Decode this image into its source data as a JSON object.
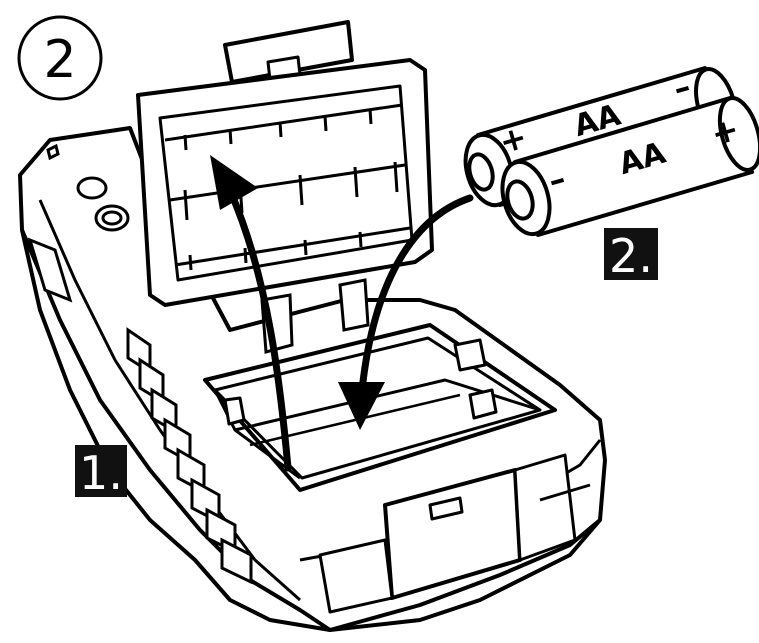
{
  "step_number": "2",
  "labels": {
    "step1": "1.",
    "step2": "2."
  },
  "batteries": [
    {
      "type": "AA",
      "plus": "+",
      "minus": "–"
    },
    {
      "type": "AA",
      "plus": "+",
      "minus": "–"
    }
  ],
  "colors": {
    "ink": "#000000",
    "paper": "#ffffff",
    "label_box": "#111111"
  }
}
